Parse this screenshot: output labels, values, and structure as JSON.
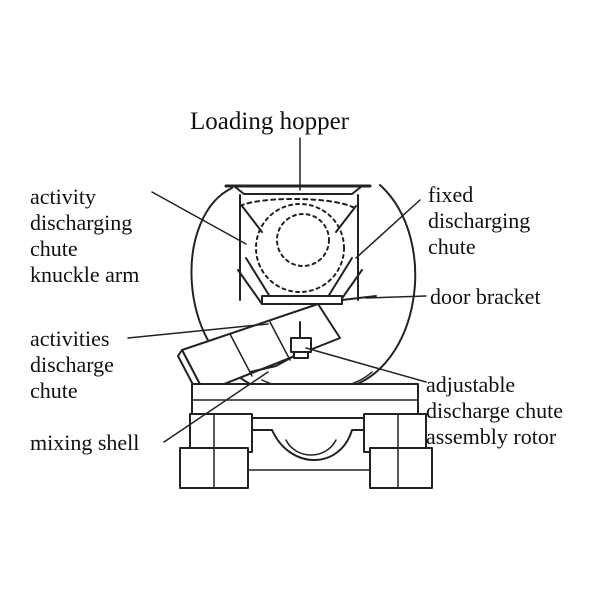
{
  "labels": {
    "loading_hopper": [
      "Loading hopper"
    ],
    "knuckle_arm": [
      "activity",
      "discharging",
      "chute",
      "knuckle arm"
    ],
    "fixed_chute": [
      "fixed",
      "discharging",
      "chute"
    ],
    "door_bracket": [
      "door bracket"
    ],
    "activities_chute": [
      "activities",
      "discharge",
      "chute"
    ],
    "rotor": [
      "adjustable",
      "discharge chute",
      "assembly rotor"
    ],
    "mixing_shell": [
      "mixing shell"
    ]
  },
  "colors": {
    "ink": "#111111",
    "background": "#ffffff"
  }
}
